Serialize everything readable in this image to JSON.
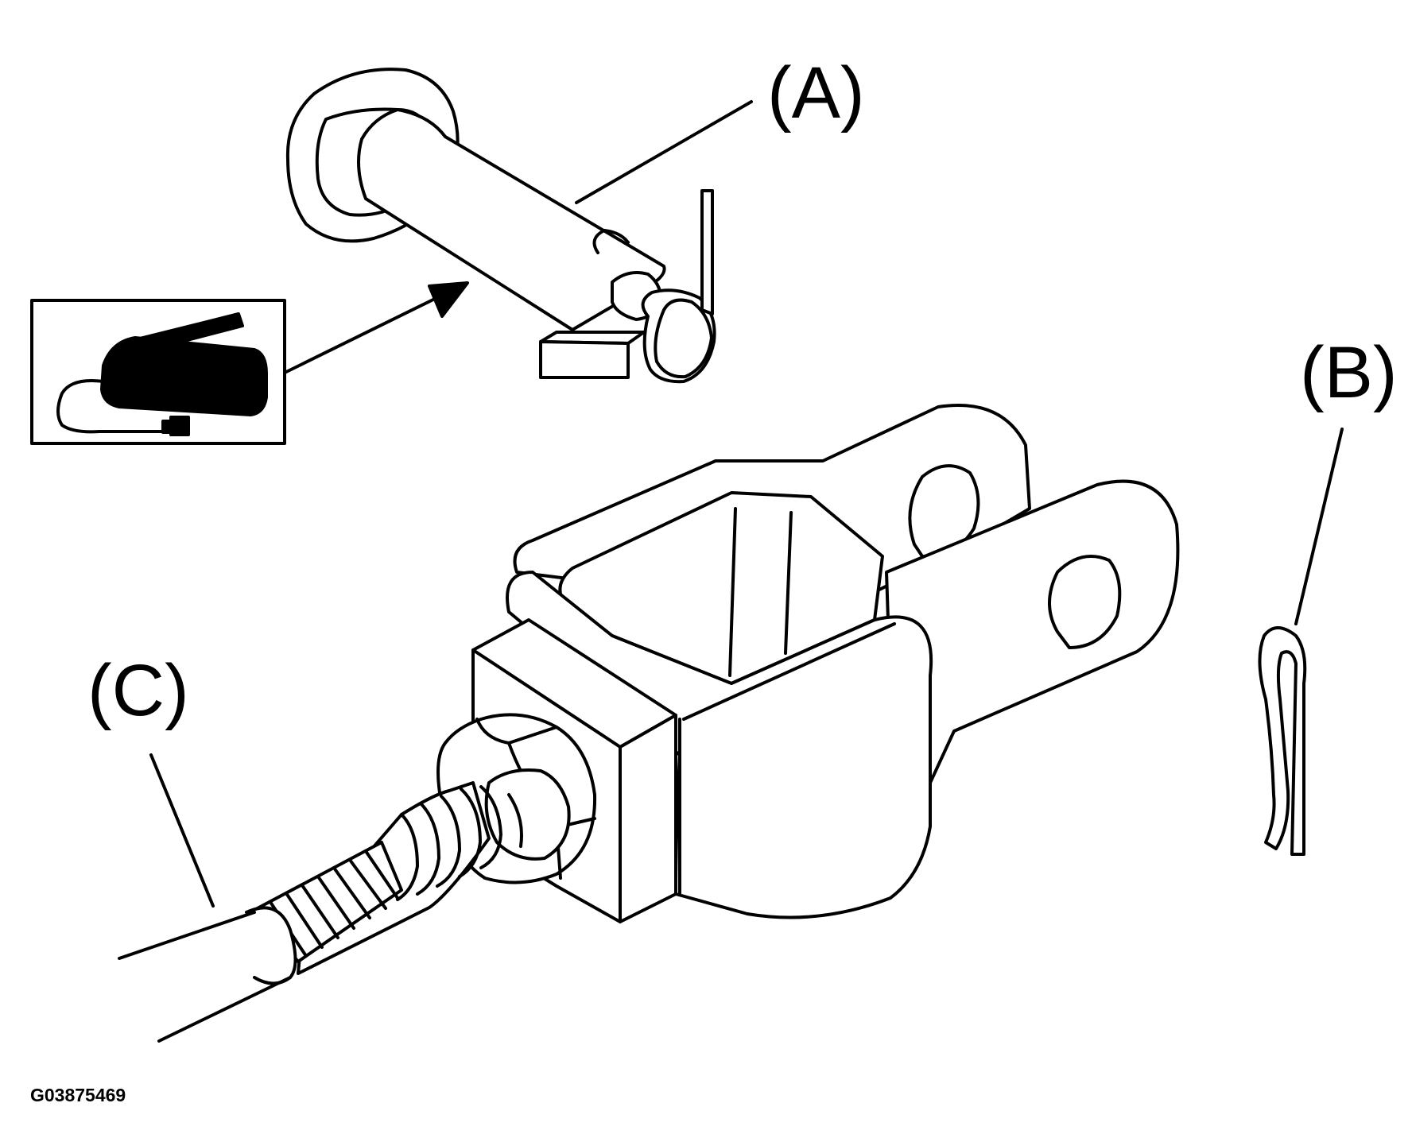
{
  "callouts": {
    "a": "(A)",
    "b": "(B)",
    "c": "(C)"
  },
  "figure_code": "G03875469",
  "colors": {
    "line": "#000000",
    "background": "#ffffff"
  },
  "icons": {
    "inset": "grease-gun-icon"
  }
}
